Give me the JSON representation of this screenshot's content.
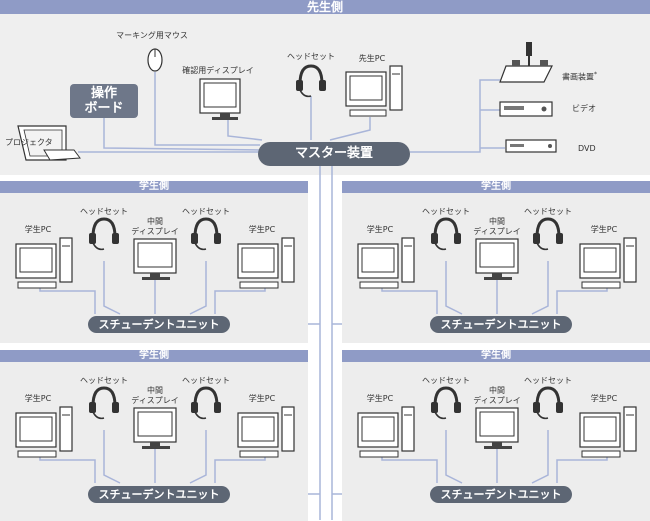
{
  "teacher": {
    "title": "先生側",
    "mouse": "マーキング用マウス",
    "confirm_display": "確認用ディスプレイ",
    "headset": "ヘッドセット",
    "teacher_pc": "先生PC",
    "op_board_line1": "操作",
    "op_board_line2": "ボード",
    "projector": "プロジェクタ",
    "master": "マスター装置",
    "document_camera": "書画装置",
    "document_camera_note": "*",
    "video": "ビデオ",
    "dvd": "DVD"
  },
  "student_panels": [
    {
      "title": "学生側",
      "pc_left": "学生PC",
      "headset_left": "ヘッドセット",
      "display": "中間\nディスプレイ",
      "headset_right": "ヘッドセット",
      "pc_right": "学生PC",
      "unit": "スチューデントユニット"
    },
    {
      "title": "学生側",
      "pc_left": "学生PC",
      "headset_left": "ヘッドセット",
      "display": "中間\nディスプレイ",
      "headset_right": "ヘッドセット",
      "pc_right": "学生PC",
      "unit": "スチューデントユニット"
    },
    {
      "title": "学生側",
      "pc_left": "学生PC",
      "headset_left": "ヘッドセット",
      "display": "中間\nディスプレイ",
      "headset_right": "ヘッドセット",
      "pc_right": "学生PC",
      "unit": "スチューデントユニット"
    },
    {
      "title": "学生側",
      "pc_left": "学生PC",
      "headset_left": "ヘッドセット",
      "display": "中間\nディスプレイ",
      "headset_right": "ヘッドセット",
      "pc_right": "学生PC",
      "unit": "スチューデントユニット"
    }
  ],
  "colors": {
    "header": "#8f9bc6",
    "panel": "#ededed",
    "pill": "#5d6674",
    "line": "#a9b5d9"
  }
}
